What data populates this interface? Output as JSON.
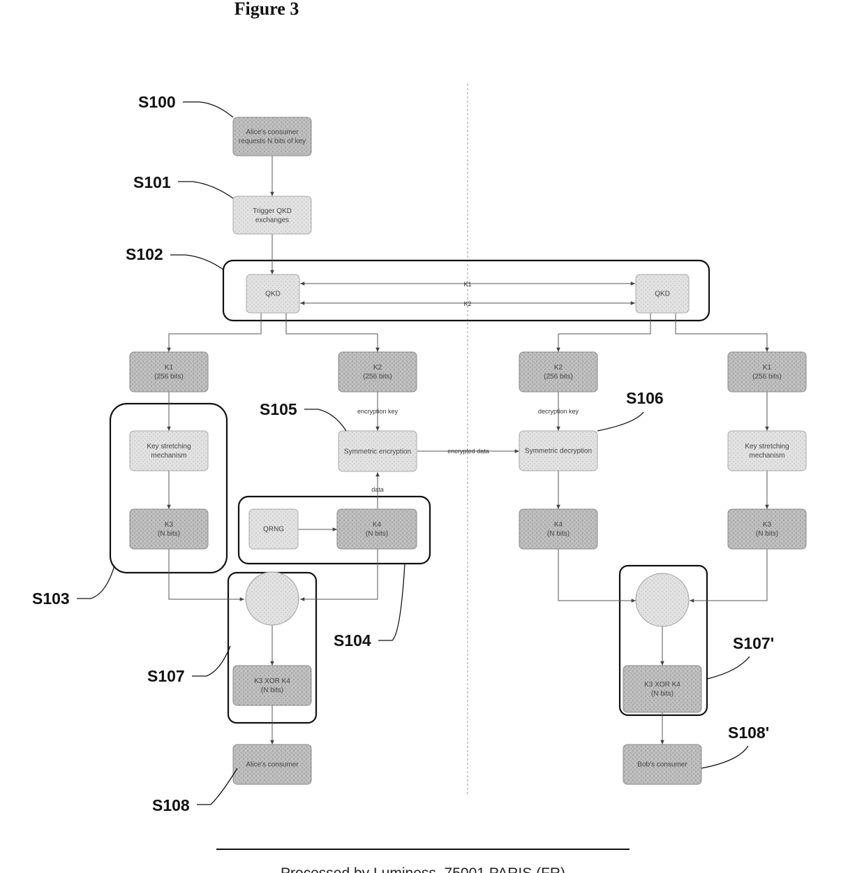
{
  "figure_title": "Figure 3",
  "step_labels": {
    "S100": "S100",
    "S101": "S101",
    "S102": "S102",
    "S103": "S103",
    "S104": "S104",
    "S105": "S105",
    "S106": "S106",
    "S107": "S107",
    "S107p": "S107'",
    "S108": "S108",
    "S108p": "S108'"
  },
  "nodes": {
    "alice_request": [
      "Alice's consumer",
      "requests N bits of key"
    ],
    "trigger_qkd": [
      "Trigger QKD",
      "exchanges"
    ],
    "qkd_alice": [
      "QKD"
    ],
    "qkd_bob": [
      "QKD"
    ],
    "alice_k1": [
      "K1",
      "(256 bits)"
    ],
    "alice_k2": [
      "K2",
      "(256 bits)"
    ],
    "bob_k2": [
      "K2",
      "(256 bits)"
    ],
    "bob_k1": [
      "K1",
      "(256 bits)"
    ],
    "alice_stretch": [
      "Key stretching",
      "mechanism"
    ],
    "bob_stretch": [
      "Key stretching",
      "mechanism"
    ],
    "alice_k3": [
      "K3",
      "(N bits)"
    ],
    "bob_k3": [
      "K3",
      "(N bits)"
    ],
    "qrng": [
      "QRNG"
    ],
    "alice_k4": [
      "K4",
      "(N bits)"
    ],
    "bob_k4": [
      "K4",
      "(N bits)"
    ],
    "sym_enc": [
      "Symmetric encryption"
    ],
    "sym_dec": [
      "Symmetric decryption"
    ],
    "alice_xor": [
      "K3 XOR K4",
      "(N bits)"
    ],
    "bob_xor": [
      "K3 XOR K4",
      "(N bits)"
    ],
    "alice_consumer": [
      "Alice's consumer"
    ],
    "bob_consumer": [
      "Bob's consumer"
    ]
  },
  "edge_labels": {
    "k1": "K1",
    "k2": "K2",
    "enc_key": "encryption key",
    "dec_key": "decryption key",
    "enc_data": "encrypted data",
    "data": "data"
  },
  "footer": "Processed by Luminess, 75001 PARIS (FR)"
}
